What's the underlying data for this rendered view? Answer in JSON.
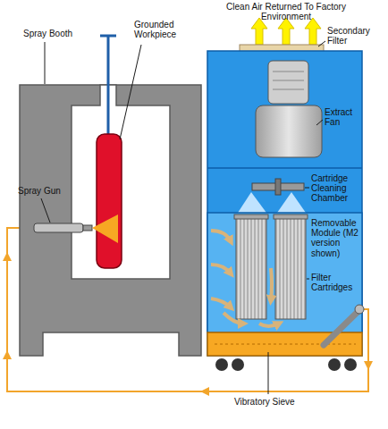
{
  "diagram": {
    "labels": [
      "Clean Air Returned To Factory Environment",
      "Secondary Filter",
      "Spray Booth",
      "Grounded Workpiece",
      "Extract Fan",
      "Cartridge Cleaning Chamber",
      "Spray Gun",
      "Removable Module (M2 version shown)",
      "Filter Cartridges",
      "Vibratory Sieve"
    ]
  }
}
